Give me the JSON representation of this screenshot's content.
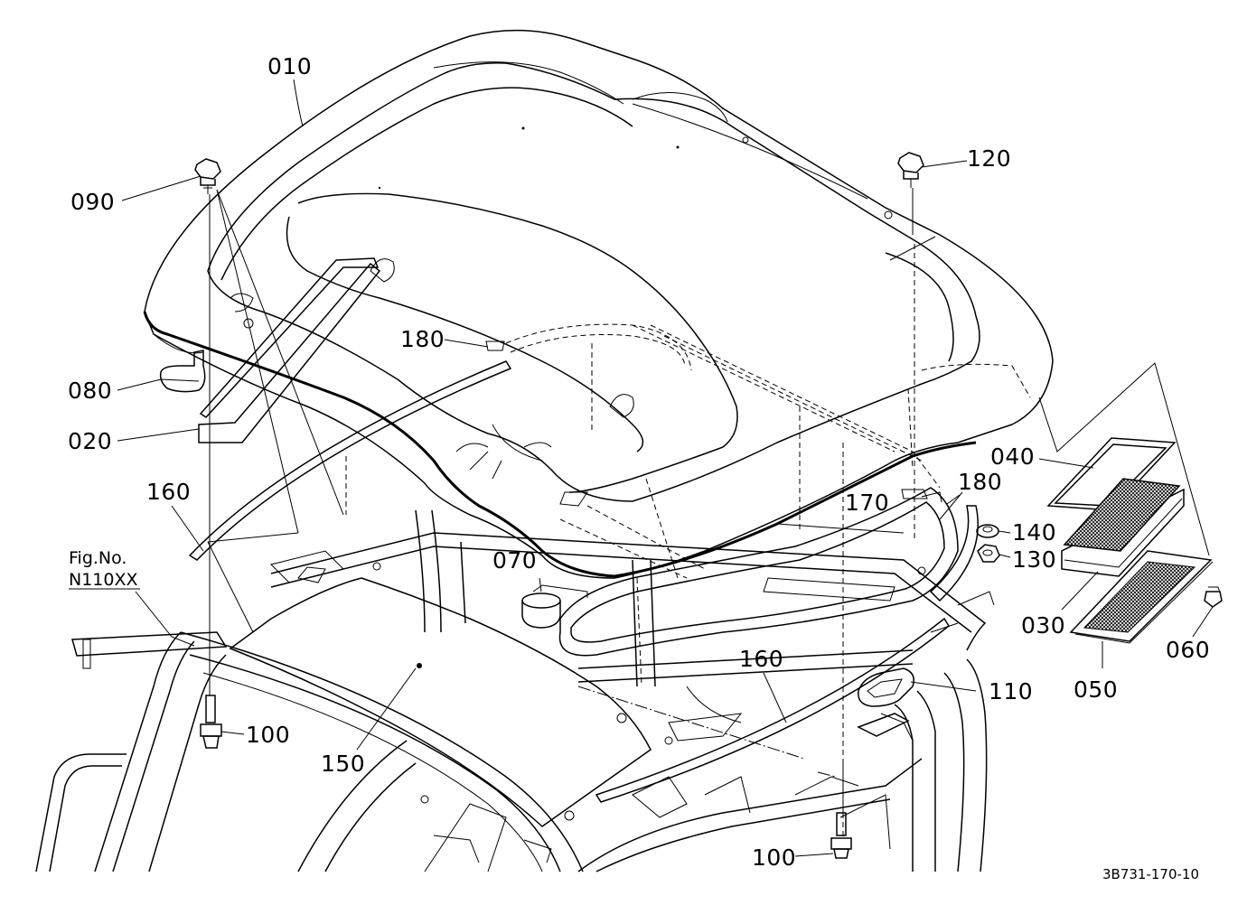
{
  "diagram": {
    "figure_ref_line1": "Fig.No.",
    "figure_ref_line2": "N110XX",
    "drawing_number": "3B731-170-10",
    "callouts": {
      "c010": "010",
      "c090": "090",
      "c120": "120",
      "c180a": "180",
      "c080": "080",
      "c020": "020",
      "c160a": "160",
      "c040": "040",
      "c170": "170",
      "c180b": "180",
      "c140": "140",
      "c130": "130",
      "c070": "070",
      "c030": "030",
      "c060": "060",
      "c160b": "160",
      "c110": "110",
      "c050": "050",
      "c100a": "100",
      "c150": "150",
      "c100b": "100"
    }
  }
}
